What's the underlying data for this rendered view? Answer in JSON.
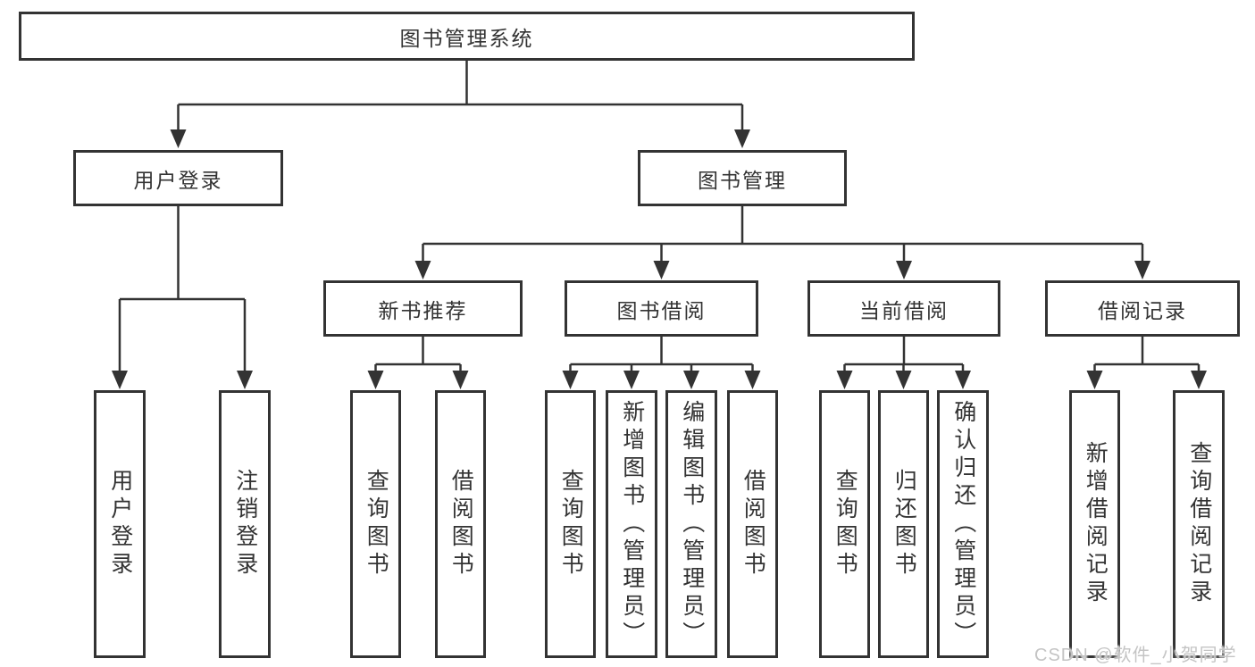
{
  "diagram": {
    "root": {
      "label": "图书管理系统",
      "children": {
        "user_login": {
          "label": "用户登录",
          "children": {
            "login": {
              "label": "用户登录"
            },
            "logout": {
              "label": "注销登录"
            }
          }
        },
        "book_management": {
          "label": "图书管理",
          "children": {
            "new_book_recommend": {
              "label": "新书推荐",
              "children": {
                "query_books": {
                  "label": "查询图书"
                },
                "borrow_books": {
                  "label": "借阅图书"
                }
              }
            },
            "book_borrow": {
              "label": "图书借阅",
              "children": {
                "query_books": {
                  "label": "查询图书"
                },
                "add_books": {
                  "label": "新增图书（管理员）"
                },
                "edit_books": {
                  "label": "编辑图书（管理员）"
                },
                "borrow_books": {
                  "label": "借阅图书"
                }
              }
            },
            "current_borrow": {
              "label": "当前借阅",
              "children": {
                "query_books": {
                  "label": "查询图书"
                },
                "return_books": {
                  "label": "归还图书"
                },
                "confirm_return": {
                  "label": "确认归还（管理员）"
                }
              }
            },
            "borrow_records": {
              "label": "借阅记录",
              "children": {
                "add_record": {
                  "label": "新增借阅记录"
                },
                "query_record": {
                  "label": "查询借阅记录"
                }
              }
            }
          }
        }
      }
    }
  },
  "watermark": {
    "text": "CSDN @软件_小贺同学"
  },
  "colors": {
    "line": "#333333",
    "box_border": "#333333",
    "text": "#333333",
    "watermark": "#c4c4c4",
    "background": "#ffffff"
  }
}
